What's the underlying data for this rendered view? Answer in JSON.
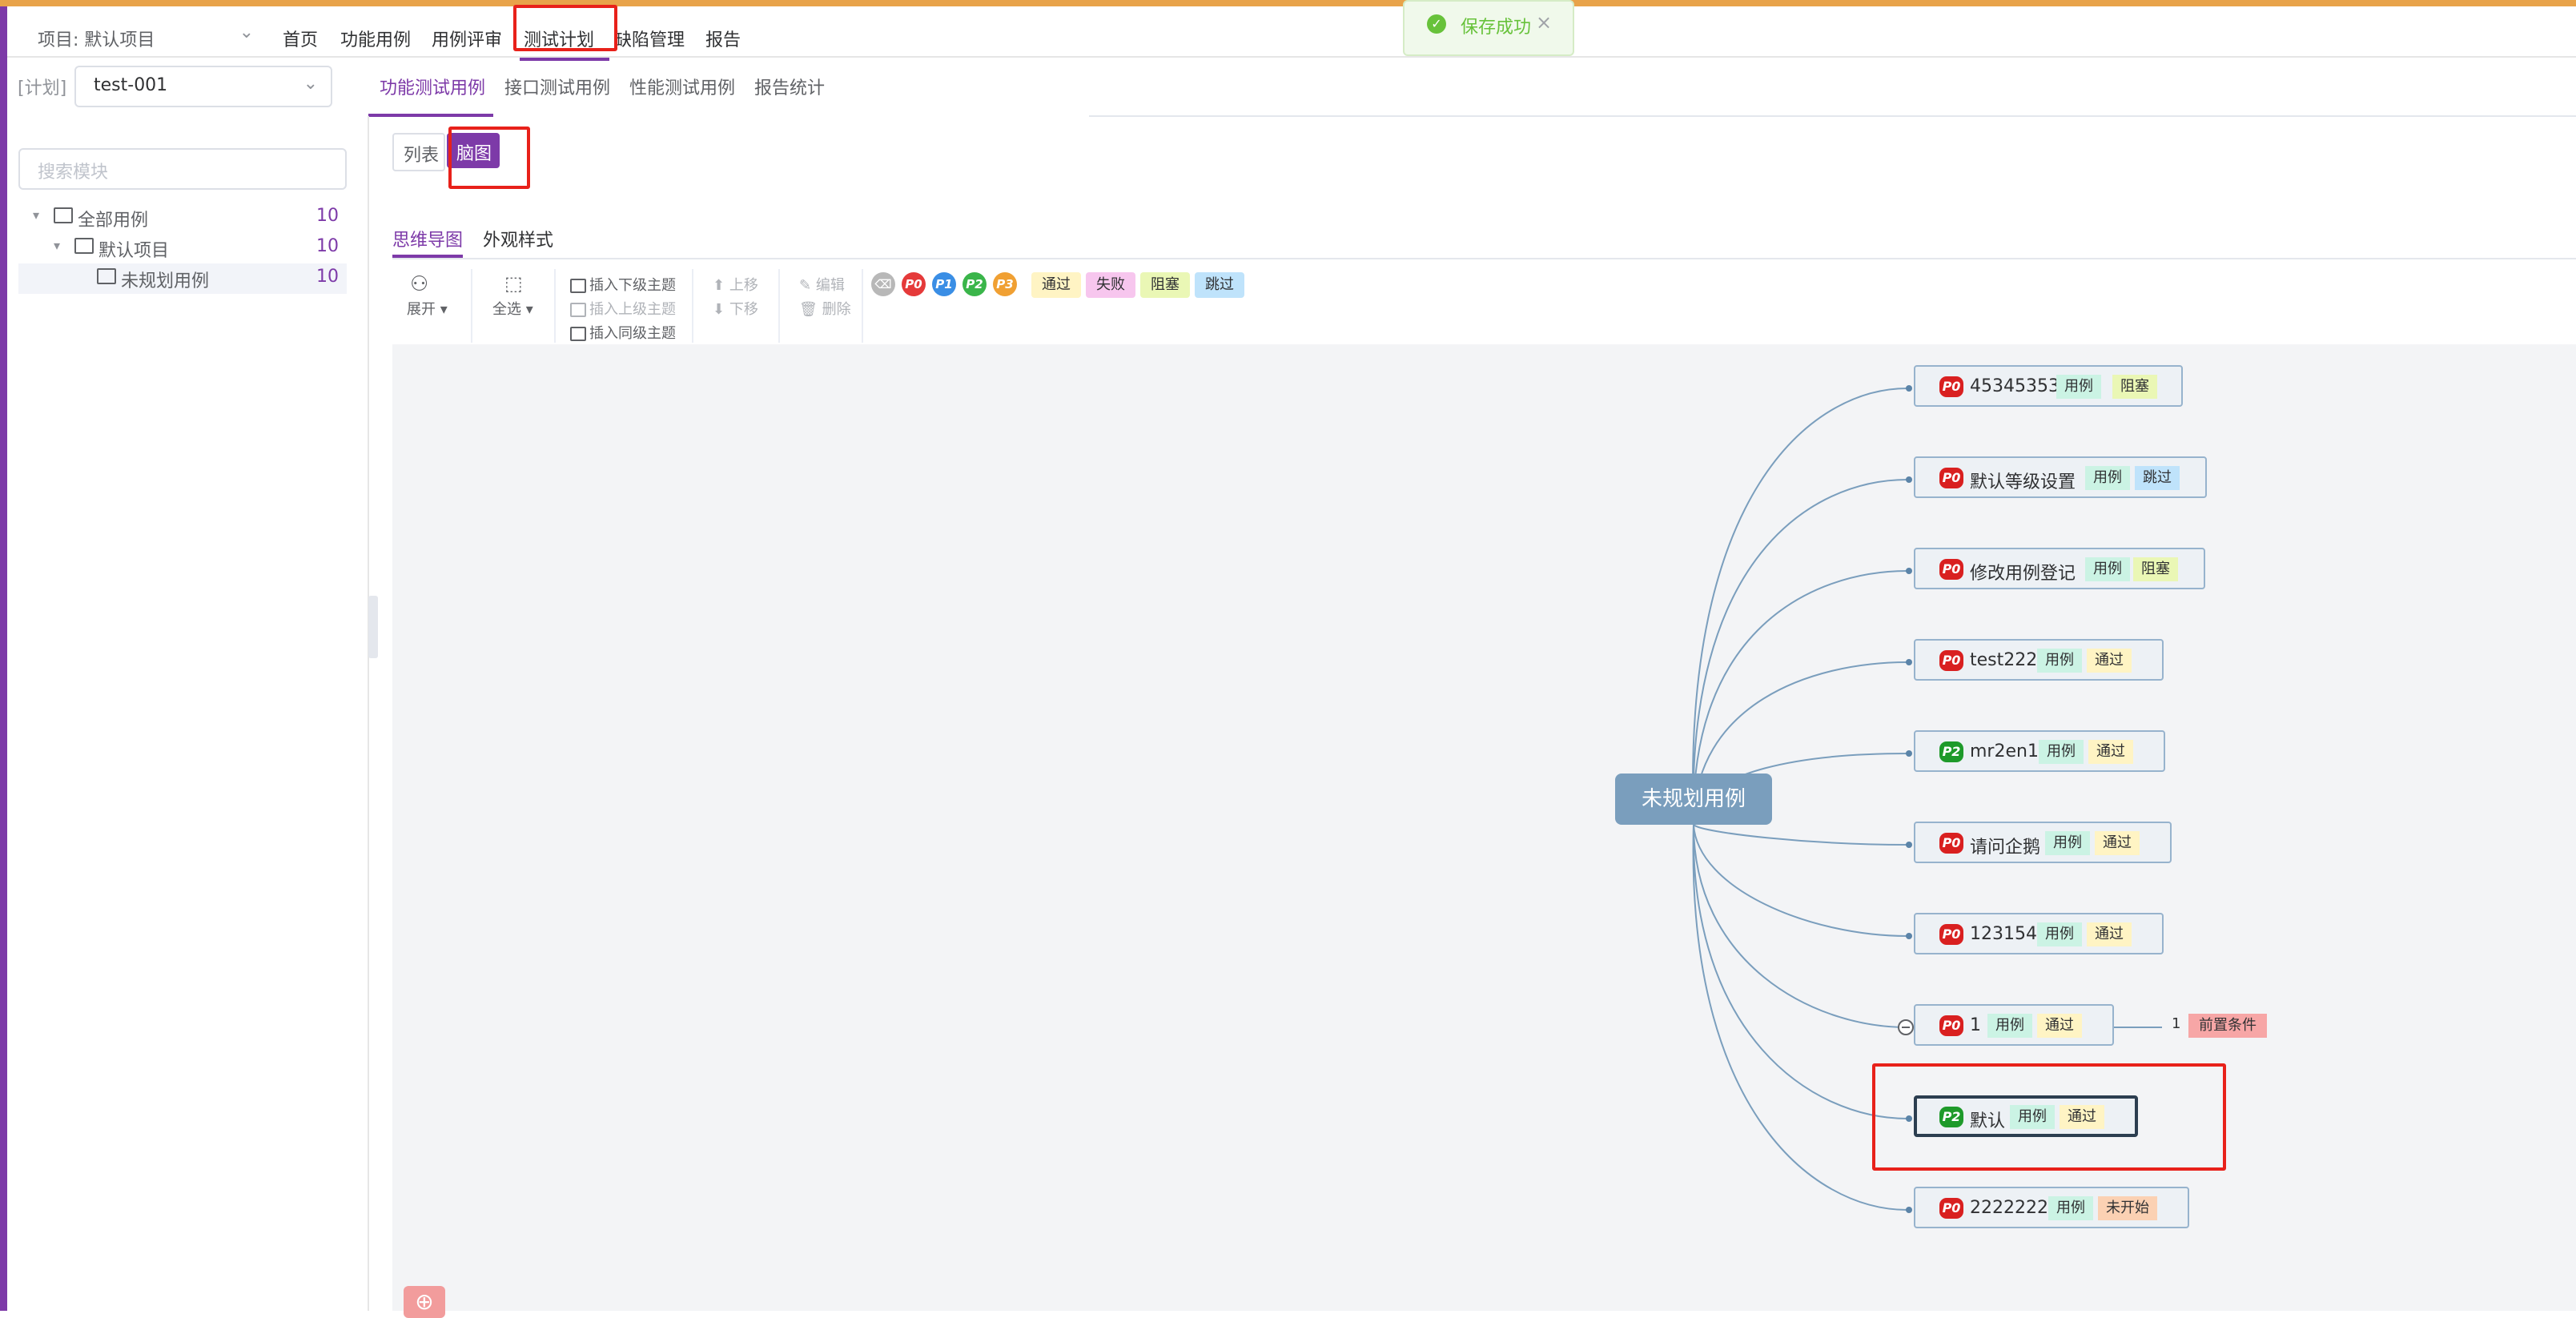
{
  "colors": {
    "brand": "#7d3aa8",
    "top_accent": "#e8a34a",
    "root_node": "#7a9ebd",
    "success": "#67c23a",
    "highlight": "#e8211a"
  },
  "topnav": {
    "project_label": "项目: 默认项目",
    "items": [
      "首页",
      "功能用例",
      "用例评审",
      "测试计划",
      "缺陷管理",
      "报告"
    ],
    "active": "测试计划"
  },
  "toast": {
    "message": "保存成功"
  },
  "plan": {
    "label": "[计划]",
    "value": "test-001"
  },
  "subtabs": [
    "功能测试用例",
    "接口测试用例",
    "性能测试用例",
    "报告统计"
  ],
  "sidebar": {
    "search_placeholder": "搜索模块",
    "tree": [
      {
        "name": "全部用例",
        "count": "10"
      },
      {
        "name": "默认项目",
        "count": "10"
      },
      {
        "name": "未规划用例",
        "count": "10"
      }
    ]
  },
  "view_toggle": {
    "list": "列表",
    "mind": "脑图"
  },
  "mind_tabs": [
    "思维导图",
    "外观样式"
  ],
  "toolbar": {
    "expand": "展开",
    "select_all": "全选",
    "insert_child": "插入下级主题",
    "insert_parent": "插入上级主题",
    "insert_sibling": "插入同级主题",
    "move_up": "上移",
    "move_down": "下移",
    "edit": "编辑",
    "delete": "删除",
    "priorities": [
      "P0",
      "P1",
      "P2",
      "P3"
    ],
    "statuses": [
      "通过",
      "失败",
      "阻塞",
      "跳过"
    ]
  },
  "mindmap": {
    "root": "未规划用例",
    "nodes": [
      {
        "priority": "P0",
        "title": "45345353",
        "type": "用例",
        "status": "阻塞"
      },
      {
        "priority": "P0",
        "title": "默认等级设置",
        "type": "用例",
        "status": "跳过"
      },
      {
        "priority": "P0",
        "title": "修改用例登记",
        "type": "用例",
        "status": "阻塞"
      },
      {
        "priority": "P0",
        "title": "test222",
        "type": "用例",
        "status": "通过"
      },
      {
        "priority": "P2",
        "title": "mr2en1",
        "type": "用例",
        "status": "通过"
      },
      {
        "priority": "P0",
        "title": "请问企鹅",
        "type": "用例",
        "status": "通过"
      },
      {
        "priority": "P0",
        "title": "123154",
        "type": "用例",
        "status": "通过"
      },
      {
        "priority": "P0",
        "title": "1",
        "type": "用例",
        "status": "通过"
      },
      {
        "priority": "P2",
        "title": "默认",
        "type": "用例",
        "status": "通过"
      },
      {
        "priority": "P0",
        "title": "2222222",
        "type": "用例",
        "status": "未开始"
      }
    ],
    "child_of_node_8": {
      "label": "1",
      "tag": "前置条件"
    }
  }
}
